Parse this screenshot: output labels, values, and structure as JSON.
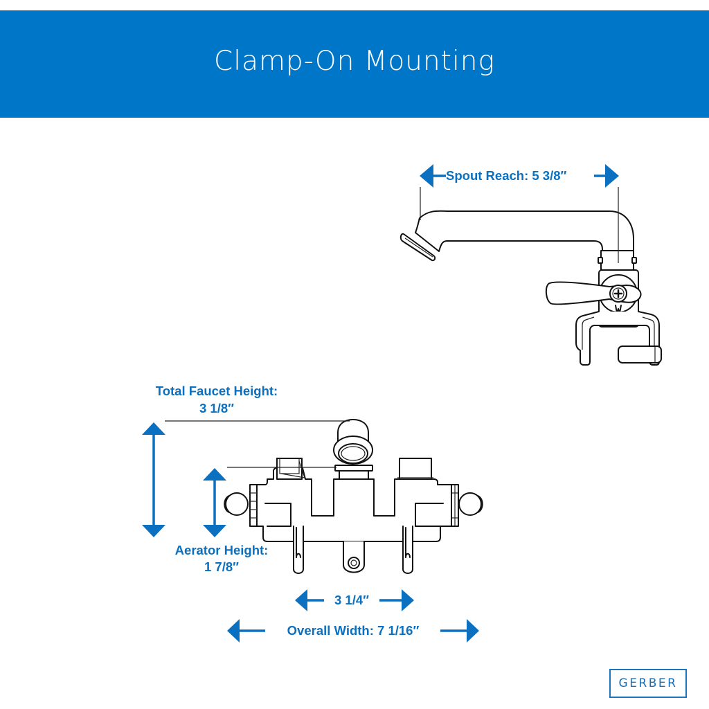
{
  "header": {
    "title": "Clamp-On Mounting"
  },
  "colors": {
    "banner": "#0076c8",
    "dimension": "#0a70bf",
    "line_art": "#111111",
    "logo": "#1c76be"
  },
  "side_view": {
    "spout_reach_label": "Spout Reach: 5 3/8″"
  },
  "front_view": {
    "total_height_label_line1": "Total Faucet Height:",
    "total_height_label_line2": "3 1/8″",
    "aerator_height_label_line1": "Aerator Height:",
    "aerator_height_label_line2": "1 7/8″",
    "center_width_label": "3 1/4″",
    "overall_width_label": "Overall Width: 7 1/16″"
  },
  "dimensions": {
    "spout_reach": "5 3/8\"",
    "total_faucet_height": "3 1/8\"",
    "aerator_height": "1 7/8\"",
    "center_spacing": "3 1/4\"",
    "overall_width": "7 1/16\""
  },
  "brand": {
    "logo_text": "GERBER"
  }
}
